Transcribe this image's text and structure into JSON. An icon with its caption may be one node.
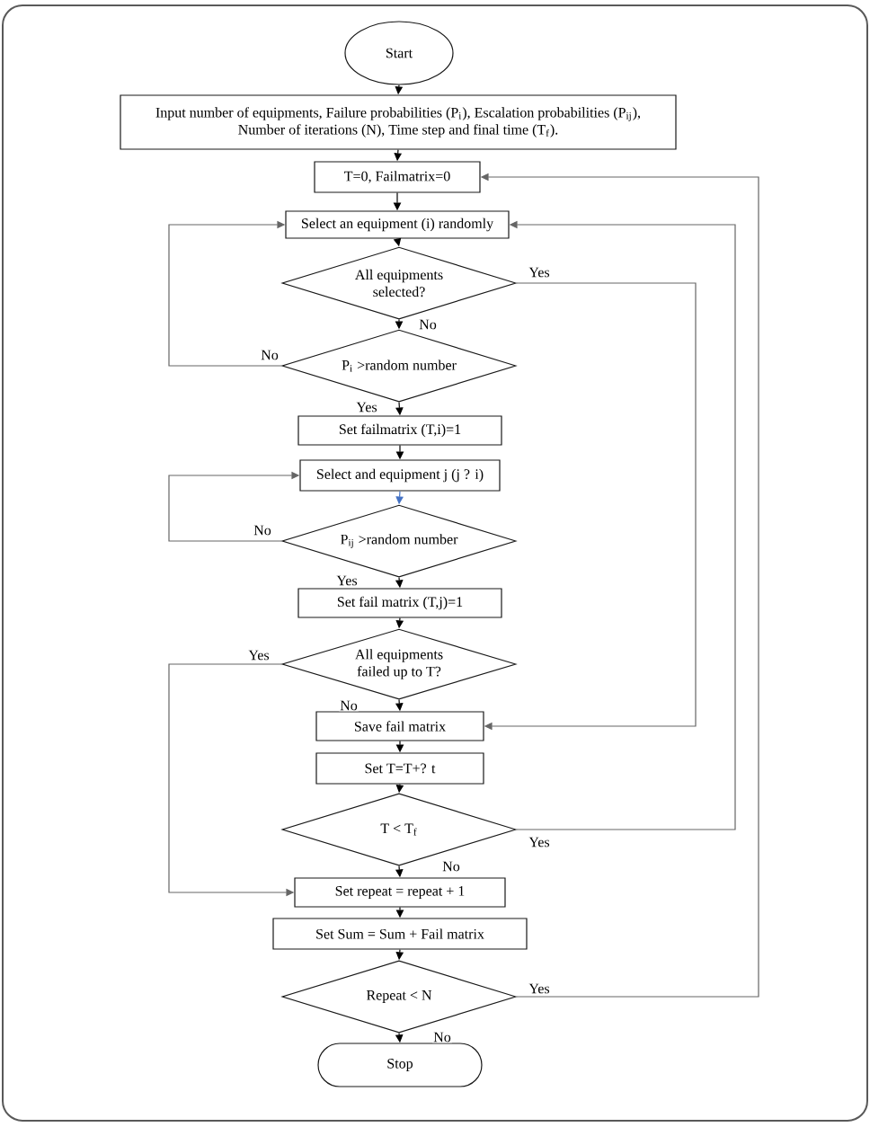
{
  "diagram": {
    "nodes": [
      {
        "text": [
          "Start"
        ]
      },
      {
        "text": [
          "Input number of equipments, Failure probabilities (P$_{i}$), Escalation probabilities (P$_{ij}$), Number of iterations (N), Time step and final time (T$_{f}$)."
        ]
      },
      {
        "text": [
          "T=0, Failmatrix=0"
        ]
      },
      {
        "text": [
          "Select an equipment (i) randomly"
        ]
      },
      {
        "text": [
          "All equipments selected?"
        ]
      },
      {
        "text": [
          "P$_{i}$ >random number"
        ]
      },
      {
        "text": [
          "Set failmatrix (T,i)=1"
        ]
      },
      {
        "text": [
          "Select and equipment j (j ? i)"
        ]
      },
      {
        "text": [
          "P$_{ij}$ >random number"
        ]
      },
      {
        "text": [
          "Set fail matrix (T,j)=1"
        ]
      },
      {
        "text": [
          "All equipments failed up to T?"
        ]
      },
      {
        "text": [
          "Save fail matrix"
        ]
      },
      {
        "text": [
          "Set T=T+? t"
        ]
      },
      {
        "text": [
          "T < T$_{f}$"
        ]
      },
      {
        "text": [
          "Set repeat = repeat + 1"
        ]
      },
      {
        "text": [
          "Set Sum = Sum + Fail matrix"
        ]
      },
      {
        "text": [
          "Repeat < N"
        ]
      },
      {
        "text": [
          "Stop"
        ]
      }
    ],
    "edges": [
      {
        "from": 0,
        "to": 1,
        "arrow": "to"
      },
      {
        "from": 1,
        "to": 2,
        "arrow": "to"
      },
      {
        "from": 2,
        "to": 3,
        "arrow": "to"
      },
      {
        "from": 3,
        "to": 4,
        "arrow": "to"
      },
      {
        "from": 4,
        "to": 5,
        "arrow": "to",
        "label": "No"
      },
      {
        "from": 4,
        "to": 11,
        "arrow": "to",
        "label": "Yes",
        "color": "#666666"
      },
      {
        "from": 5,
        "to": 3,
        "arrow": "to",
        "label": "No",
        "color": "#666666"
      },
      {
        "from": 5,
        "to": 6,
        "arrow": "to",
        "label": "Yes"
      },
      {
        "from": 6,
        "to": 7,
        "arrow": "to"
      },
      {
        "from": 7,
        "to": 8,
        "arrow": "to",
        "color": "#4472c4"
      },
      {
        "from": 8,
        "to": 7,
        "arrow": "to",
        "label": "No",
        "color": "#666666"
      },
      {
        "from": 8,
        "to": 9,
        "arrow": "to",
        "label": "Yes"
      },
      {
        "from": 9,
        "to": 10,
        "arrow": "to"
      },
      {
        "from": 10,
        "to": 14,
        "arrow": "to",
        "label": "Yes",
        "color": "#666666"
      },
      {
        "from": 10,
        "to": 11,
        "arrow": "to",
        "label": "No"
      },
      {
        "from": 11,
        "to": 12,
        "arrow": "to"
      },
      {
        "from": 12,
        "to": 13,
        "arrow": "to"
      },
      {
        "from": 13,
        "to": 3,
        "arrow": "to",
        "label": "Yes",
        "color": "#666666"
      },
      {
        "from": 13,
        "to": 14,
        "arrow": "to",
        "label": "No"
      },
      {
        "from": 14,
        "to": 15,
        "arrow": "to"
      },
      {
        "from": 15,
        "to": 16,
        "arrow": "to"
      },
      {
        "from": 16,
        "to": 2,
        "arrow": "to",
        "label": "Yes",
        "color": "#666666"
      },
      {
        "from": 16,
        "to": 17,
        "arrow": "to",
        "label": "No"
      }
    ]
  }
}
